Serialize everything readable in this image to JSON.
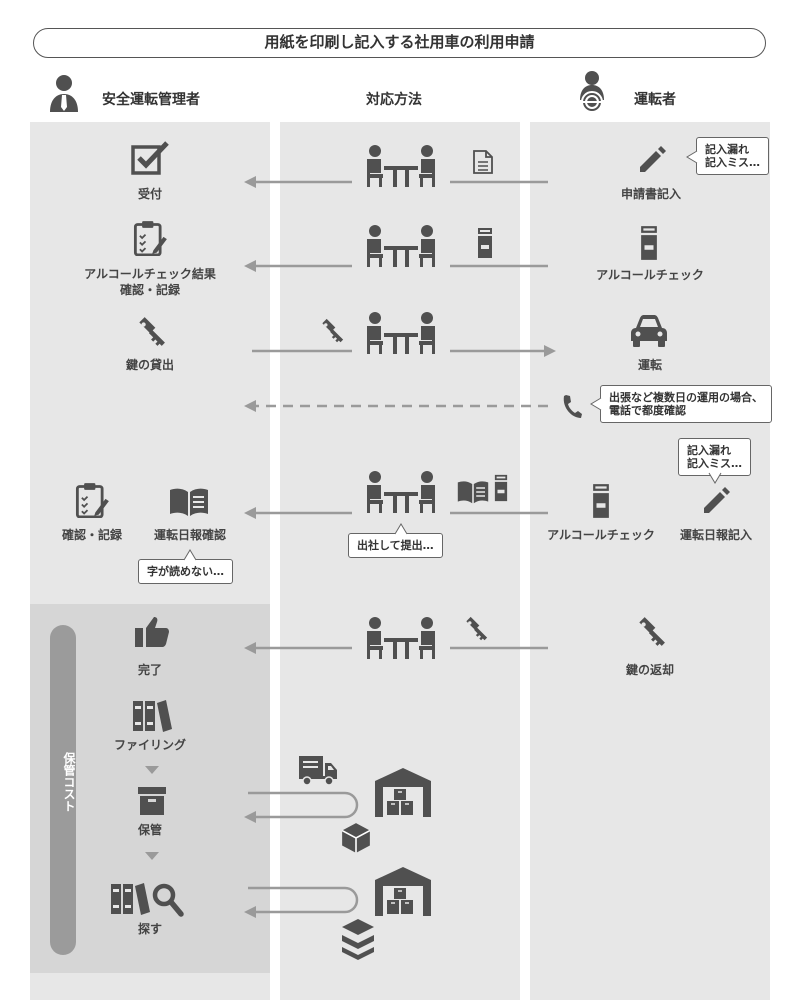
{
  "title": "用紙を印刷し記入する社用車の利用申請",
  "columns": {
    "manager": "安全運転管理者",
    "method": "対応方法",
    "driver": "運転者"
  },
  "manager_steps": {
    "receipt": "受付",
    "alcohol_result_1": "アルコールチェック結果",
    "alcohol_result_2": "確認・記録",
    "key_lend": "鍵の貸出",
    "confirm_record": "確認・記録",
    "report_confirm": "運転日報確認",
    "complete": "完了",
    "filing": "ファイリング",
    "storage": "保管",
    "search": "探す"
  },
  "driver_steps": {
    "application": "申請書記入",
    "alcohol_check_1": "アルコールチェック",
    "driving": "運転",
    "alcohol_check_2": "アルコールチェック",
    "report_entry": "運転日報記入",
    "key_return": "鍵の返却"
  },
  "callouts": {
    "entry_errors_1a": "記入漏れ",
    "entry_errors_1b": "記入ミス…",
    "phone_1": "出張など複数日の運用の場合、",
    "phone_2": "電話で都度確認",
    "entry_errors_2a": "記入漏れ",
    "entry_errors_2b": "記入ミス…",
    "unreadable": "字が読めない…",
    "go_to_office": "出社して提出…"
  },
  "storage_cost_label": "保管コスト",
  "colors": {
    "column_bg": "#e7e7e7",
    "storage_bg": "#d6d6d6",
    "icon": "#505050",
    "arrow": "#9a9a9a",
    "cost_bar": "#9b9b9b"
  }
}
